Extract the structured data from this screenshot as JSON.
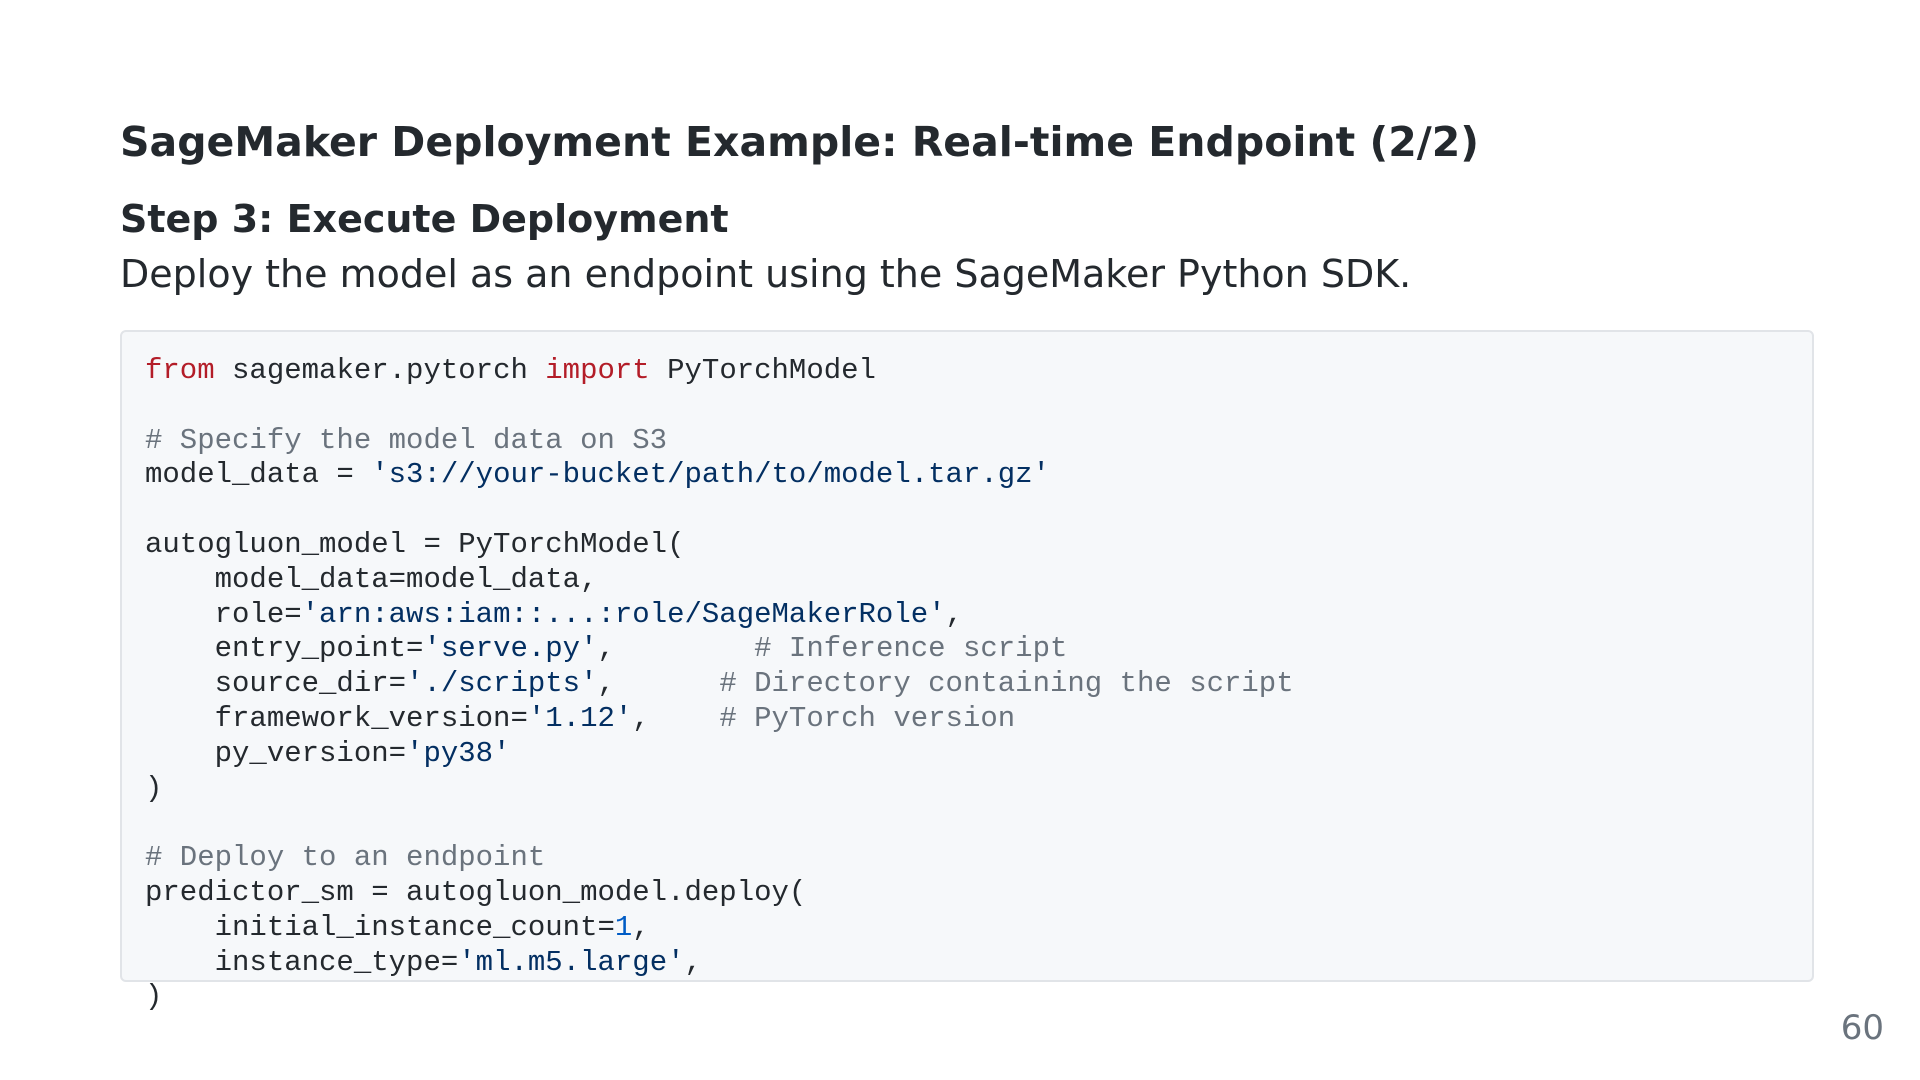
{
  "slide": {
    "title": "SageMaker Deployment Example: Real-time Endpoint (2/2)",
    "step_heading": "Step 3: Execute Deployment",
    "step_description": "Deploy the model as an endpoint using the SageMaker Python SDK.",
    "page_number": "60"
  },
  "code": {
    "language": "python",
    "lines": [
      [
        [
          "kw",
          "from"
        ],
        [
          "plain",
          " sagemaker.pytorch "
        ],
        [
          "kw",
          "import"
        ],
        [
          "plain",
          " PyTorchModel"
        ]
      ],
      [],
      [
        [
          "cm",
          "# Specify the model data on S3"
        ]
      ],
      [
        [
          "plain",
          "model_data = "
        ],
        [
          "str",
          "'s3://your-bucket/path/to/model.tar.gz'"
        ]
      ],
      [],
      [
        [
          "plain",
          "autogluon_model = PyTorchModel("
        ]
      ],
      [
        [
          "plain",
          "    model_data=model_data,"
        ]
      ],
      [
        [
          "plain",
          "    role="
        ],
        [
          "str",
          "'arn:aws:iam::...:role/SageMakerRole'"
        ],
        [
          "plain",
          ","
        ]
      ],
      [
        [
          "plain",
          "    entry_point="
        ],
        [
          "str",
          "'serve.py'"
        ],
        [
          "plain",
          ",        "
        ],
        [
          "cm",
          "# Inference script"
        ]
      ],
      [
        [
          "plain",
          "    source_dir="
        ],
        [
          "str",
          "'./scripts'"
        ],
        [
          "plain",
          ",      "
        ],
        [
          "cm",
          "# Directory containing the script"
        ]
      ],
      [
        [
          "plain",
          "    framework_version="
        ],
        [
          "str",
          "'1.12'"
        ],
        [
          "plain",
          ",    "
        ],
        [
          "cm",
          "# PyTorch version"
        ]
      ],
      [
        [
          "plain",
          "    py_version="
        ],
        [
          "str",
          "'py38'"
        ]
      ],
      [
        [
          "plain",
          ")"
        ]
      ],
      [],
      [
        [
          "cm",
          "# Deploy to an endpoint"
        ]
      ],
      [
        [
          "plain",
          "predictor_sm = autogluon_model.deploy("
        ]
      ],
      [
        [
          "plain",
          "    initial_instance_count="
        ],
        [
          "num",
          "1"
        ],
        [
          "plain",
          ","
        ]
      ],
      [
        [
          "plain",
          "    instance_type="
        ],
        [
          "str",
          "'ml.m5.large'"
        ],
        [
          "plain",
          ","
        ]
      ],
      [
        [
          "plain",
          ")"
        ]
      ]
    ]
  }
}
